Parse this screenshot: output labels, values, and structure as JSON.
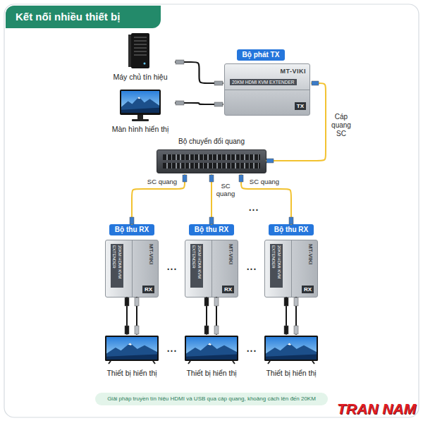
{
  "diagram": {
    "title": "Kết nối nhiều thiết bị",
    "caption": "Giải pháp truyền tín hiệu HDMI và USB qua cáp quang, khoảng cách lên đến 20KM",
    "nodes": [
      {
        "text": [
          "Máy chủ tín hiệu"
        ]
      },
      {
        "text": [
          "Màn hình hiển thị"
        ]
      },
      {
        "text": [
          "Bộ phát TX",
          "MT-VIKI",
          "20KM HDMI KVM EXTENDER",
          "TX"
        ]
      },
      {
        "text": [
          "Bộ chuyển đổi quang"
        ]
      },
      {
        "text": [
          "Bộ thu RX",
          "MT-VIKI",
          "20KM HDMI KVM EXTENDER",
          "RX"
        ]
      },
      {
        "text": [
          "Bộ thu RX",
          "MT-VIKI",
          "20KM HDMI KVM EXTENDER",
          "RX"
        ]
      },
      {
        "text": [
          "Bộ thu RX",
          "MT-VIKI",
          "20KM HDMI KVM EXTENDER",
          "RX"
        ]
      },
      {
        "text": [
          "Thiết bị hiển thị"
        ]
      },
      {
        "text": [
          "Thiết bị hiển thị"
        ]
      },
      {
        "text": [
          "Thiết bị hiển thị"
        ]
      }
    ],
    "edges": [
      {
        "from": 0,
        "to": 2,
        "arrow": "none"
      },
      {
        "from": 1,
        "to": 2,
        "arrow": "none"
      },
      {
        "from": 2,
        "to": 3,
        "label": "Cáp quang SC",
        "arrow": "none"
      },
      {
        "from": 3,
        "to": 4,
        "label": "SC quang",
        "arrow": "none"
      },
      {
        "from": 3,
        "to": 5,
        "label": "SC quang",
        "arrow": "none"
      },
      {
        "from": 3,
        "to": 6,
        "label": "SC quang",
        "arrow": "none"
      },
      {
        "from": 4,
        "to": 7,
        "arrow": "none"
      },
      {
        "from": 5,
        "to": 8,
        "arrow": "none"
      },
      {
        "from": 6,
        "to": 9,
        "arrow": "none"
      }
    ],
    "labels": [
      "...",
      "...",
      "...",
      "...",
      "...",
      "TRAN NAM"
    ]
  }
}
